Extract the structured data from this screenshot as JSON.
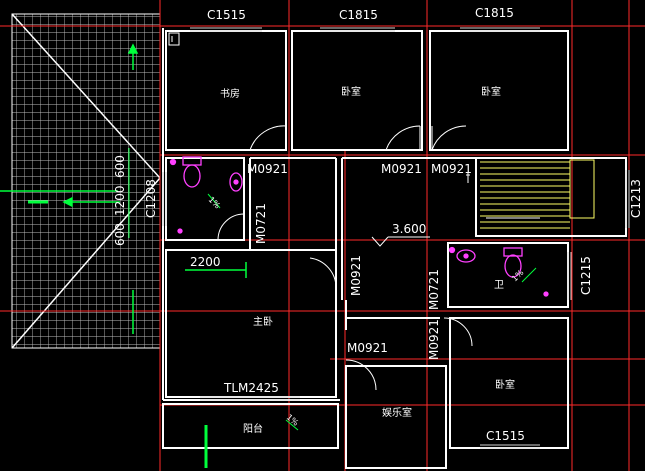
{
  "colors": {
    "background": "#000000",
    "wall": "#ffffff",
    "wall_edge": "#d0d0d0",
    "axis": "#ff2a2a",
    "dimension": "#00ff3c",
    "fixture": "#ff40ff",
    "stair": "#ffff66",
    "text": "#ffffff",
    "roof_hatch": "#c8c8c8"
  },
  "windows": {
    "top_left": "C1515",
    "top_mid": "C1815",
    "top_right": "C1815",
    "bath_left": "C1208",
    "stair_right": "C1213",
    "bath_right": "C1215",
    "bottom_right": "C1515",
    "master_balcony": "TLM2425"
  },
  "doors": {
    "bath_left_top": "M0921",
    "bath_left_side": "M0721",
    "center_left": "M0921",
    "center_right": "M0921",
    "hall_vertical": "M0921",
    "bath_right_side": "M0721",
    "lower_hall": "M0921",
    "lower_right": "M0921"
  },
  "rooms": {
    "study": "书房",
    "bedroom_1": "卧室",
    "bedroom_2": "卧室",
    "master": "主卧",
    "bath_right": "卫",
    "bedroom_3": "卧室",
    "recreation": "娱乐室",
    "balcony": "阳台"
  },
  "dimensions": {
    "left_600_top": "600",
    "left_1200": "1200",
    "left_600_bottom": "600",
    "span_2200": "2200"
  },
  "elevation": "3.600",
  "slopes": {
    "bath_left": "1%",
    "bath_right": "1%",
    "balcony": "1%"
  }
}
